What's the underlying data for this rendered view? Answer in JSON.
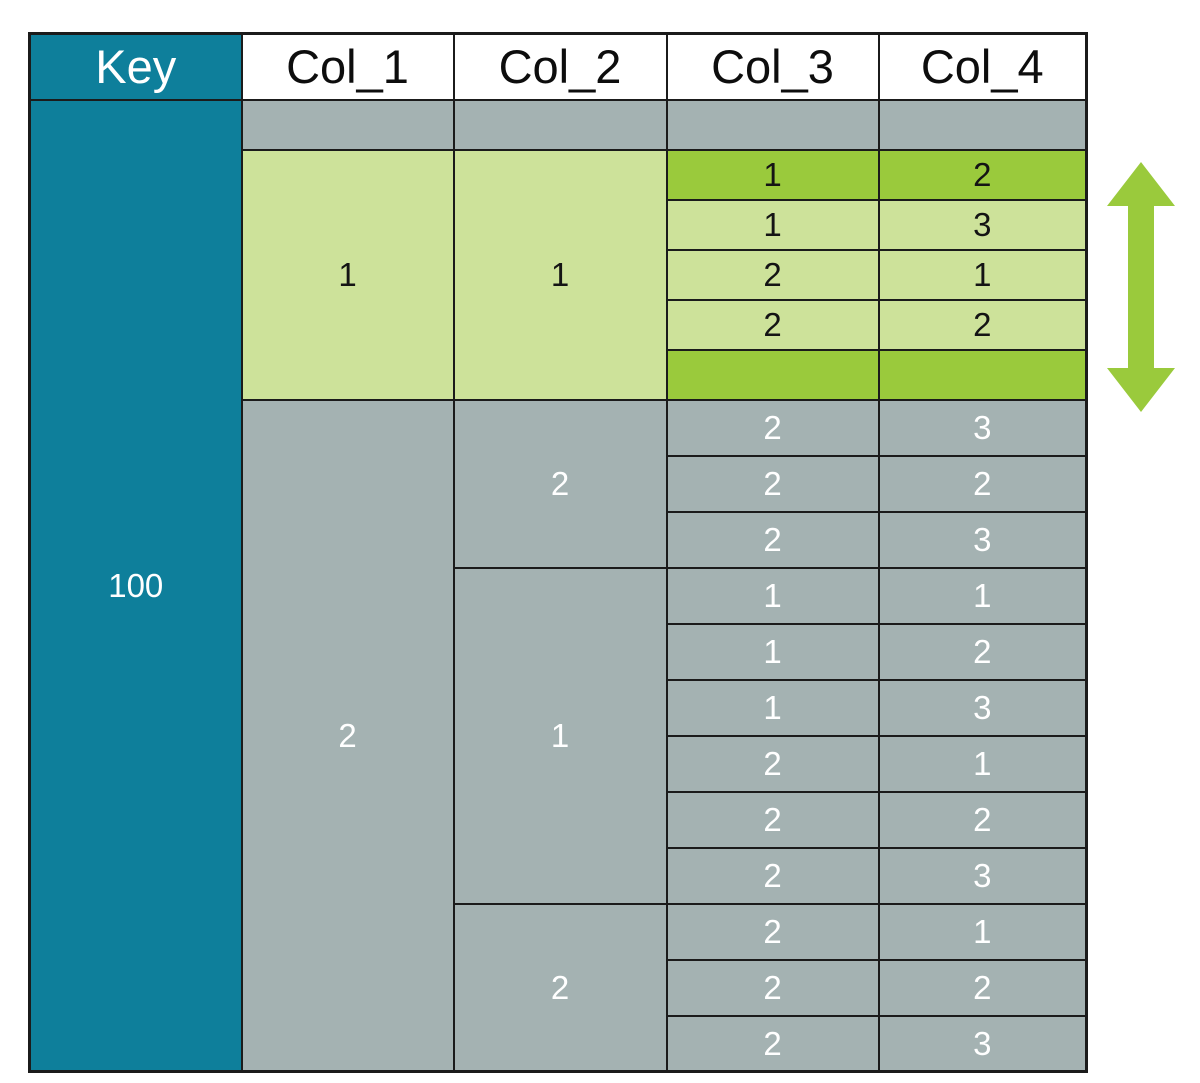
{
  "diagram": {
    "title": "Key 100 hierarchical grouping table with highlighted group range",
    "colors": {
      "key_background": "#0E7F9B",
      "row_gray": "#A4B2B2",
      "highlight_dark_green": "#9ACA3C",
      "highlight_light_green": "#CDE29A",
      "border": "#1B1B1B",
      "header_background": "#FFFFFF",
      "arrow": "#9ACA3C"
    }
  },
  "table": {
    "headers": [
      {
        "label": "Key",
        "name": "key"
      },
      {
        "label": "Col_1",
        "name": "col_1"
      },
      {
        "label": "Col_2",
        "name": "col_2"
      },
      {
        "label": "Col_3",
        "name": "col_3"
      },
      {
        "label": "Col_4",
        "name": "col_4"
      }
    ],
    "key_value": "100",
    "col1_groups": [
      {
        "value": "1",
        "rows": 6,
        "fill": "green"
      },
      {
        "value": "2",
        "rows": 12,
        "fill": "gray"
      }
    ],
    "col2_groups": [
      {
        "value": "1",
        "rows": 6,
        "fill": "green"
      },
      {
        "value": "2",
        "rows": 3,
        "fill": "gray"
      },
      {
        "value": "1",
        "rows": 6,
        "fill": "gray"
      },
      {
        "value": "2",
        "rows": 3,
        "fill": "gray"
      }
    ],
    "rows": [
      {
        "col_3": "",
        "col_4": "",
        "fill": "gray",
        "spacer": true
      },
      {
        "col_3": "1",
        "col_4": "2",
        "fill": "green-dark"
      },
      {
        "col_3": "1",
        "col_4": "3",
        "fill": "green-lite"
      },
      {
        "col_3": "2",
        "col_4": "1",
        "fill": "green-lite"
      },
      {
        "col_3": "2",
        "col_4": "2",
        "fill": "green-lite"
      },
      {
        "col_3": "",
        "col_4": "",
        "fill": "green-dark",
        "spacer": true
      },
      {
        "col_3": "2",
        "col_4": "3",
        "fill": "gray"
      },
      {
        "col_3": "2",
        "col_4": "2",
        "fill": "gray"
      },
      {
        "col_3": "2",
        "col_4": "3",
        "fill": "gray"
      },
      {
        "col_3": "1",
        "col_4": "1",
        "fill": "gray"
      },
      {
        "col_3": "1",
        "col_4": "2",
        "fill": "gray"
      },
      {
        "col_3": "1",
        "col_4": "3",
        "fill": "gray"
      },
      {
        "col_3": "2",
        "col_4": "1",
        "fill": "gray"
      },
      {
        "col_3": "2",
        "col_4": "2",
        "fill": "gray"
      },
      {
        "col_3": "2",
        "col_4": "3",
        "fill": "gray"
      },
      {
        "col_3": "2",
        "col_4": "1",
        "fill": "gray"
      },
      {
        "col_3": "2",
        "col_4": "2",
        "fill": "gray"
      },
      {
        "col_3": "2",
        "col_4": "3",
        "fill": "gray"
      }
    ]
  },
  "annotation": {
    "arrow": {
      "name": "vertical-double-arrow",
      "direction": "up-down",
      "color": "#9ACA3C"
    }
  }
}
